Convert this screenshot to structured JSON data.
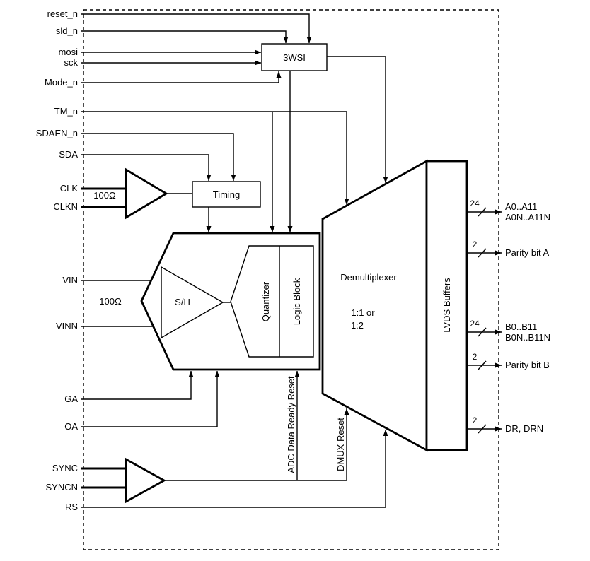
{
  "chip": {
    "pins_left": {
      "reset_n": "reset_n",
      "sld_n": "sld_n",
      "mosi": "mosi",
      "sck": "sck",
      "mode_n": "Mode_n",
      "tm_n": "TM_n",
      "sdaen_n": "SDAEN_n",
      "sda": "SDA",
      "clk": "CLK",
      "clkn": "CLKN",
      "vin": "VIN",
      "vinn": "VINN",
      "ga": "GA",
      "oa": "OA",
      "sync": "SYNC",
      "syncn": "SYNCN",
      "rs": "RS"
    },
    "blocks": {
      "wsi": "3WSI",
      "timing": "Timing",
      "sample_hold": "S/H",
      "quantizer": "Quantizer",
      "logic_block": "Logic Block",
      "demux_title": "Demultiplexer",
      "demux_ratio_line1": "1:1 or",
      "demux_ratio_line2": "1:2",
      "lvds_buffers": "LVDS Buffers"
    },
    "annotations": {
      "clk_termination": "100Ω",
      "vin_termination": "100Ω",
      "adc_data_ready_reset": "ADC Data Ready Reset",
      "dmux_reset": "DMUX Reset"
    },
    "outputs_right": [
      {
        "bus_width": "24",
        "label1": "A0..A11",
        "label2": "A0N..A11N"
      },
      {
        "bus_width": "2",
        "label1": "Parity bit A"
      },
      {
        "bus_width": "24",
        "label1": "B0..B11",
        "label2": "B0N..B11N"
      },
      {
        "bus_width": "2",
        "label1": "Parity bit B"
      },
      {
        "bus_width": "2",
        "label1": "DR, DRN"
      }
    ],
    "colors": {
      "line": "#000000",
      "background": "#ffffff"
    }
  }
}
